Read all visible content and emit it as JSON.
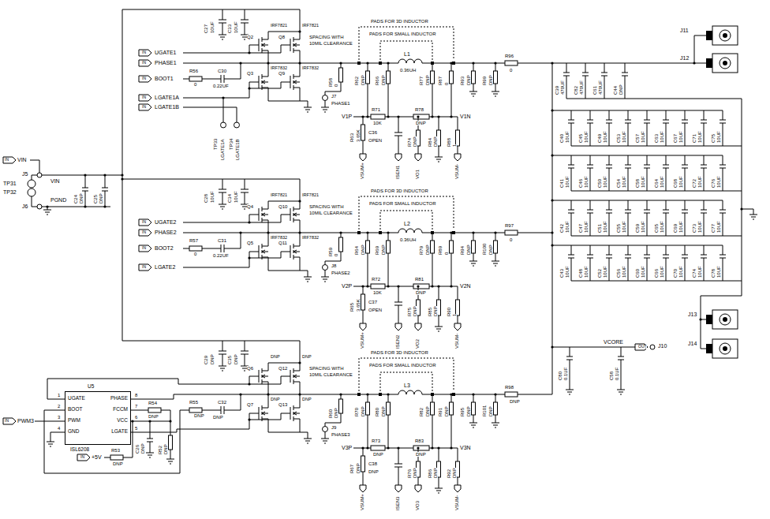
{
  "diagram": {
    "nodes": [
      {
        "text": [
          "U5",
          "UGATE",
          "BOOT",
          "PWM",
          "GND",
          "PHASE",
          "FCCM",
          "VCC",
          "LGATE",
          "ISL6208"
        ]
      }
    ],
    "labels": [
      "C27",
      "10UF",
      "C33",
      "10UF",
      "Q2",
      "IRF7821",
      "Q8",
      "IRF7821",
      "IN",
      "UGATE1",
      "IN",
      "PHASE1",
      "IN",
      "BOOT1",
      "R56",
      "0",
      "C30",
      "0.22UF",
      "IN",
      "LGATE1A",
      "IN",
      "LGATE1B",
      "Q3",
      "IRF7832",
      "Q9",
      "IRF7832",
      "TP33",
      "LGATE1A",
      "TP34",
      "LGATE1B",
      "SPACING WITH",
      "10MIL CLEARANCE",
      "PADS FOR 3D INDUCTOR",
      "PADS FOR SMALL INDUCTOR",
      "L1",
      "0.36UH",
      "R96",
      "0",
      "R58",
      "0",
      "R62",
      "DNP",
      "R66",
      "DNP",
      "R77",
      "DNP",
      "R87",
      "0",
      "R93",
      "DNP",
      "R99",
      "DNP",
      "J7",
      "PHASE1",
      "V1P",
      "R71",
      "10K",
      "R78",
      "DNP",
      "V1N",
      "R63",
      "3.65K",
      "C36",
      "OPEN",
      "R74",
      "DNP",
      "R84",
      "DNP",
      "R88",
      "1",
      "VSUM+",
      "ISEN1",
      "VO1",
      "VSUM-",
      "C28",
      "10UF",
      "C34",
      "10UF",
      "Q4",
      "IRF7821",
      "Q10",
      "IRF7821",
      "IN",
      "UGATE2",
      "IN",
      "PHASE2",
      "IN",
      "BOOT2",
      "R57",
      "0",
      "C31",
      "0.22UF",
      "IN",
      "LGATE2",
      "Q5",
      "IRF7832",
      "Q11",
      "IRF7832",
      "SPACING WITH",
      "10MIL CLEARANCE",
      "PADS FOR 3D INDUCTOR",
      "PADS FOR SMALL INDUCTOR",
      "L2",
      "0.36UH",
      "R97",
      "0",
      "R59",
      "0",
      "R64",
      "DNP",
      "R69",
      "DNP",
      "R79",
      "DNP",
      "R89",
      "0",
      "R94",
      "DNP",
      "R100",
      "DNP",
      "J8",
      "PHASE2",
      "V2P",
      "R72",
      "10K",
      "R81",
      "DNP",
      "V2N",
      "R65",
      "3.65K",
      "C37",
      "OPEN",
      "R75",
      "DNP",
      "R85",
      "DNP",
      "R90",
      "1",
      "VSUM+",
      "ISEN2",
      "VO2",
      "VSUM-",
      "C29",
      "DNP",
      "C35",
      "DNP",
      "Q6",
      "DNP",
      "Q12",
      "DNP",
      "R55",
      "DNP",
      "C32",
      "DNP",
      "Q7",
      "DNP",
      "Q13",
      "DNP",
      "SPACING WITH",
      "10MIL CLEARANCE",
      "PADS FOR 3D INDUCTOR",
      "PADS FOR SMALL INDUCTOR",
      "L3",
      "R98",
      "DNP",
      "R60",
      "DNP",
      "R70",
      "DNP",
      "R80",
      "DNP",
      "R82",
      "DNP",
      "R91",
      "DNP",
      "R95",
      "DNP",
      "R101",
      "DNP",
      "J9",
      "PHASE3",
      "V3P",
      "R73",
      "DNP",
      "R83",
      "DNP",
      "V3N",
      "R67",
      "DNP",
      "C38",
      "DNP",
      "R76",
      "DNP",
      "R86",
      "DNP",
      "R92",
      "DNP",
      "VSUM+",
      "ISEN3",
      "VO3",
      "VSUM-",
      "1",
      "2",
      "3",
      "4",
      "8",
      "7",
      "6",
      "5",
      "R54",
      "DNP",
      "C26",
      "DNP",
      "R52",
      "DNP",
      "IN",
      "+5V",
      "R53",
      "DNP",
      "IN",
      "PWM3",
      "IN",
      "VIN",
      "J5",
      "TP31",
      "VIN",
      "TP32",
      "PGND",
      "J6",
      "C24",
      "DNP",
      "C25",
      "DNP",
      "C39",
      "470UF",
      "C82",
      "470UF",
      "C61",
      "470UF",
      "C44",
      "DNP",
      "C40",
      "10UF",
      "C45",
      "10UF",
      "C49",
      "10UF",
      "C53",
      "10UF",
      "C57",
      "10UF",
      "C63",
      "10UF",
      "C67",
      "10UF",
      "C71",
      "10UF",
      "C75",
      "10UF",
      "C41",
      "10UF",
      "C46",
      "10UF",
      "C50",
      "10UF",
      "C54",
      "10UF",
      "C58",
      "10UF",
      "C64",
      "10UF",
      "C68",
      "10UF",
      "C72",
      "10UF",
      "C76",
      "10UF",
      "C42",
      "10UF",
      "C47",
      "10UF",
      "C51",
      "10UF",
      "C55",
      "10UF",
      "C59",
      "10UF",
      "C65",
      "10UF",
      "C69",
      "10UF",
      "C73",
      "10UF",
      "C77",
      "10UF",
      "C43",
      "10UF",
      "C48",
      "10UF",
      "C52",
      "10UF",
      "C56",
      "10UF",
      "C60",
      "10UF",
      "C66",
      "10UF",
      "C70",
      "10UF",
      "C74",
      "10UF",
      "C78",
      "10UF",
      "J11",
      "J12",
      "J13",
      "J14",
      "VCORE",
      "OUT",
      "J10",
      "C80",
      "0.1UF",
      "C58",
      "0.1UF"
    ]
  }
}
